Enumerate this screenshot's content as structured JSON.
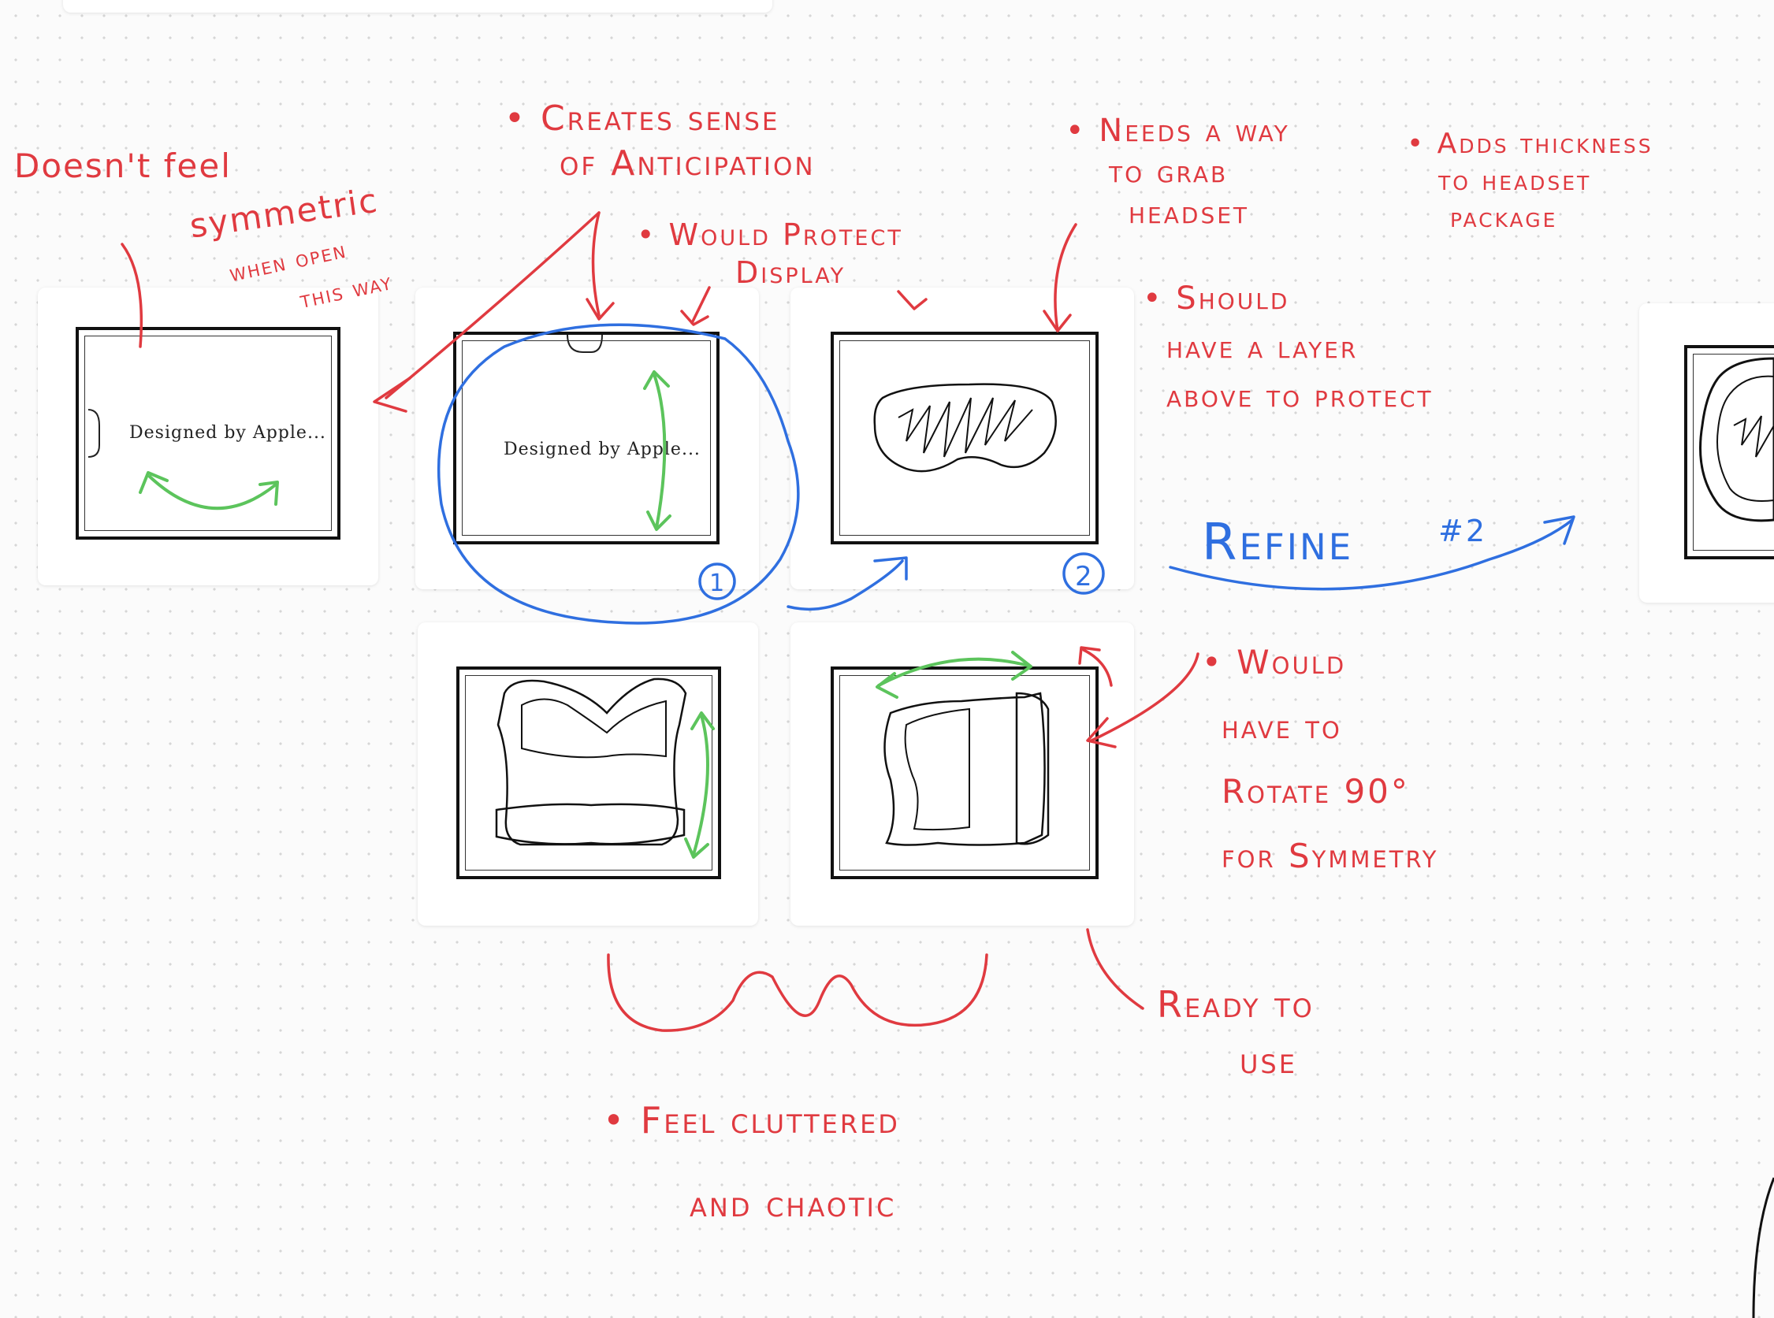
{
  "board": {
    "cards": [
      {
        "id": "card-1",
        "caption": "Designed by Apple..."
      },
      {
        "id": "card-2",
        "caption": "Designed by Apple..."
      },
      {
        "id": "card-3",
        "content": "headset-visor-sketch"
      },
      {
        "id": "card-4",
        "content": "headset-band-sketch"
      },
      {
        "id": "card-5",
        "content": "headset-side-sketch"
      },
      {
        "id": "card-6",
        "content": "headset-visor-refined-sketch"
      }
    ]
  },
  "annotations": {
    "not_symmetric": [
      "Doesn't feel",
      "symmetric",
      "when open",
      "this way"
    ],
    "anticipation": [
      "• Creates sense",
      "of Anticipation"
    ],
    "protect_display": [
      "• Would Protect",
      "Display"
    ],
    "grab_headset": [
      "• Needs a way",
      "to grab",
      "headset"
    ],
    "layer_above": [
      "• Should",
      "have a layer",
      "above to protect"
    ],
    "thickness": [
      "• Adds thickness",
      "to headset",
      "package"
    ],
    "rotate": [
      "• Would",
      "have to",
      "Rotate 90°",
      "for Symmetry"
    ],
    "ready": [
      "Ready to",
      "use"
    ],
    "cluttered": [
      "• Feel cluttered",
      "and chaotic"
    ],
    "refine_label": "Refine",
    "refine_number": "#2",
    "option_1": "1",
    "option_2": "2"
  },
  "colors": {
    "red_ink": "#e03a40",
    "blue_ink": "#2f6fe0",
    "green_ink": "#5cc45c",
    "black_ink": "#111111"
  }
}
